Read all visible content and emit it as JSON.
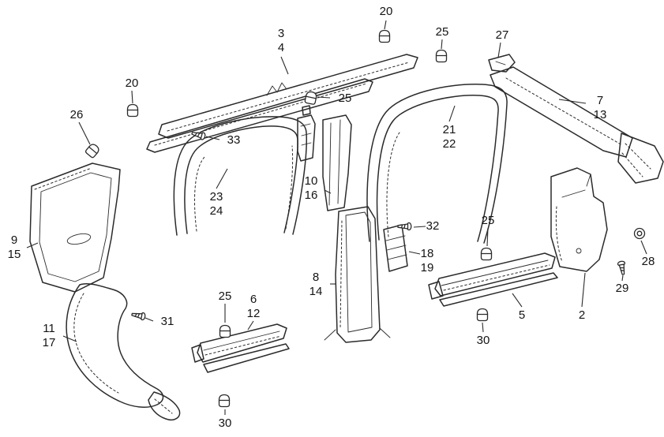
{
  "figure": {
    "type": "exploded-parts-diagram",
    "subject": "vehicle interior pillar and sill trim",
    "background": "#ffffff",
    "line_color": "#2b2b2b",
    "label_color": "#141414"
  },
  "labels": [
    {
      "text": "20"
    },
    {
      "text": "3\n4"
    },
    {
      "text": "25"
    },
    {
      "text": "27"
    },
    {
      "text": "20"
    },
    {
      "text": "25"
    },
    {
      "text": "7\n13"
    },
    {
      "text": "26"
    },
    {
      "text": "33"
    },
    {
      "text": "21\n22"
    },
    {
      "text": "23\n24"
    },
    {
      "text": "10\n16"
    },
    {
      "text": "9\n15"
    },
    {
      "text": "32"
    },
    {
      "text": "25"
    },
    {
      "text": "18\n19"
    },
    {
      "text": "8\n14"
    },
    {
      "text": "28"
    },
    {
      "text": "29"
    },
    {
      "text": "2"
    },
    {
      "text": "5"
    },
    {
      "text": "11\n17"
    },
    {
      "text": "31"
    },
    {
      "text": "25"
    },
    {
      "text": "6\n12"
    },
    {
      "text": "30"
    },
    {
      "text": "30"
    }
  ]
}
